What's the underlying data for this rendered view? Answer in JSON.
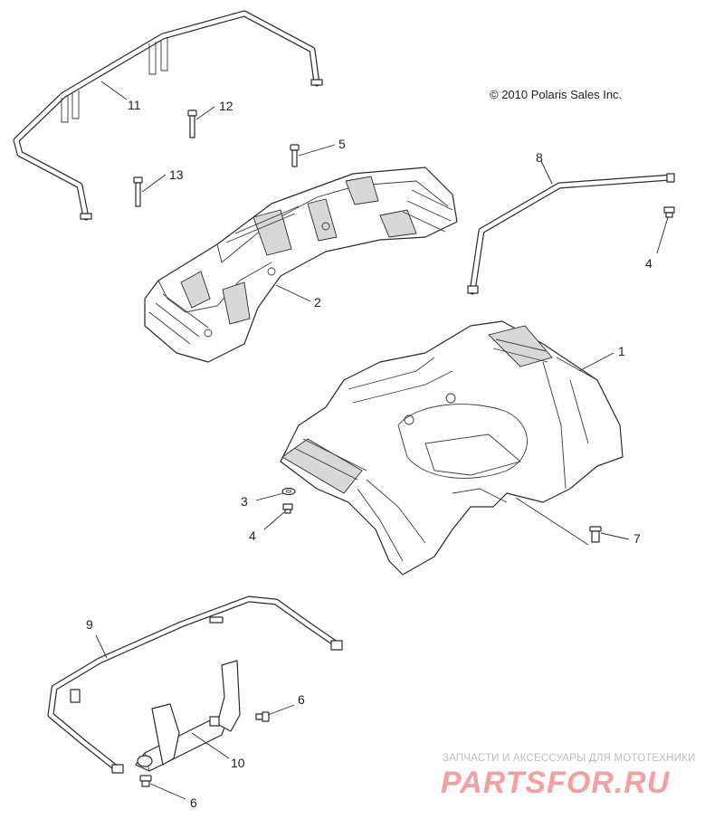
{
  "copyright": "© 2010 Polaris Sales Inc.",
  "watermark": {
    "tagline": "ЗАПЧАСТИ И АКСЕССУАРЫ ДЛЯ МОТОТЕХНИКИ",
    "logo": "PARTSFOR.RU"
  },
  "callouts": [
    {
      "id": "c11",
      "label": "11"
    },
    {
      "id": "c12",
      "label": "12"
    },
    {
      "id": "c5",
      "label": "5"
    },
    {
      "id": "c13",
      "label": "13"
    },
    {
      "id": "c2",
      "label": "2"
    },
    {
      "id": "c8",
      "label": "8"
    },
    {
      "id": "c4a",
      "label": "4"
    },
    {
      "id": "c1",
      "label": "1"
    },
    {
      "id": "c3",
      "label": "3"
    },
    {
      "id": "c4b",
      "label": "4"
    },
    {
      "id": "c7",
      "label": "7"
    },
    {
      "id": "c9",
      "label": "9"
    },
    {
      "id": "c6a",
      "label": "6"
    },
    {
      "id": "c10",
      "label": "10"
    },
    {
      "id": "c6b",
      "label": "6"
    }
  ],
  "colors": {
    "line": "#2a2a2a",
    "watermark_logo": "#f4a0a0",
    "watermark_text": "#bdbdbd"
  }
}
